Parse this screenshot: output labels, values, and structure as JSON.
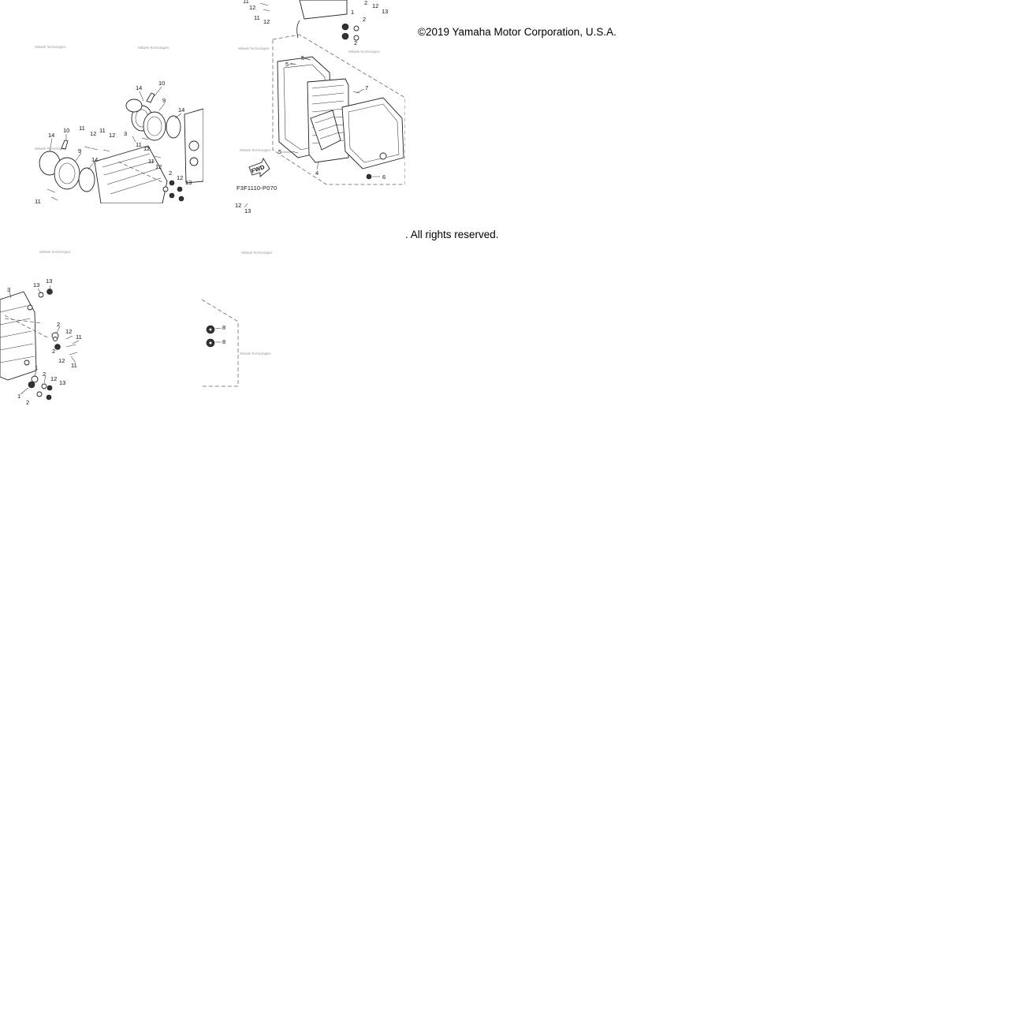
{
  "copyright": {
    "line1": "©2019 Yamaha Motor Corporation, U.S.A.",
    "line2": ". All rights reserved."
  },
  "diagram": {
    "figure_code": "F3F1110-P070",
    "fwd_label": "FWD",
    "watermark": "Wikiwik Technologies"
  },
  "callouts": {
    "n1": "1",
    "n2": "2",
    "n3": "3",
    "n4": "4",
    "n5": "5",
    "n6": "6",
    "n7": "7",
    "n8": "8",
    "n9": "9",
    "n10": "10",
    "n11": "11",
    "n12": "12",
    "n13": "13",
    "n14": "14"
  },
  "colors": {
    "ink": "#222222",
    "watermark": "#9a9a9a",
    "background": "#ffffff"
  }
}
